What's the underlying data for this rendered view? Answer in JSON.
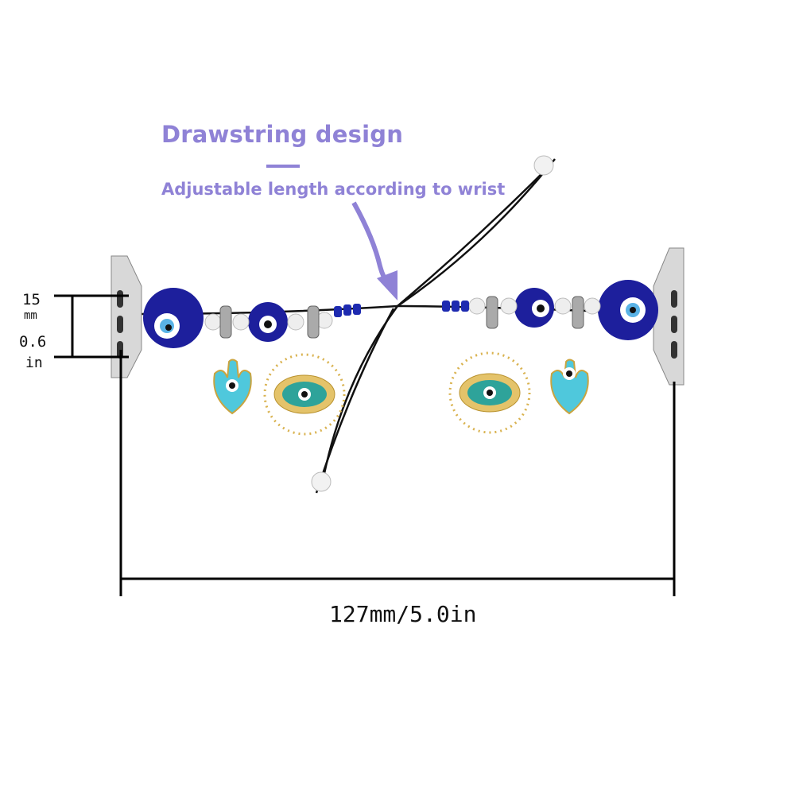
{
  "annotation": {
    "title": "Drawstring design",
    "subtitle": "Adjustable length according to wrist",
    "accent_color": "#8f82d6"
  },
  "dimensions": {
    "length": "127mm/5.0in",
    "width_mm_value": "15",
    "width_mm_unit": "mm",
    "width_in_value": "0.6",
    "width_in_unit": "in"
  }
}
